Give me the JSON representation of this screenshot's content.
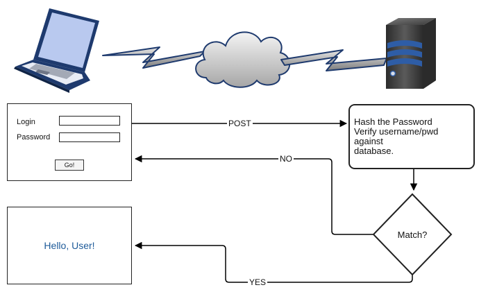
{
  "login_form": {
    "login_label": "Login",
    "password_label": "Password",
    "submit_label": "Go!"
  },
  "process": {
    "lines": [
      "Hash the Password",
      "Verify username/pwd",
      "against",
      "database."
    ]
  },
  "decision": {
    "label": "Match?"
  },
  "edges": {
    "post": "POST",
    "no": "NO",
    "yes": "YES"
  },
  "result": {
    "message": "Hello, User!"
  },
  "icons": {
    "client": "laptop-icon",
    "network": "cloud-icon",
    "server": "server-icon",
    "link": "lightning-link-icon"
  },
  "colors": {
    "accent_blue": "#1d5a99",
    "laptop_screen": "#b9c9ef",
    "device_outline": "#1e3a6e",
    "server_body": "#3f3f3f",
    "server_stripe": "#2e5da6"
  }
}
